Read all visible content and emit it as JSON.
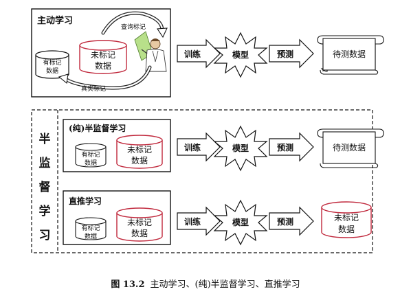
{
  "active": {
    "title": "主动学习",
    "labeled": [
      "有标记",
      "数据"
    ],
    "unlabeled": [
      "未标记",
      "数据"
    ],
    "query": "查询标记",
    "truth": "真实标记"
  },
  "semi_vertical": [
    "半",
    "监",
    "督",
    "学",
    "习"
  ],
  "semi": {
    "title": "(纯)半监督学习",
    "labeled": [
      "有标记",
      "数据"
    ],
    "unlabeled": [
      "未标记",
      "数据"
    ]
  },
  "transductive": {
    "title": "直推学习",
    "labeled": [
      "有标记",
      "数据"
    ],
    "unlabeled": [
      "未标记",
      "数据"
    ]
  },
  "flow": {
    "train": "训练",
    "model": "模型",
    "predict": "预测",
    "test_data": "待测数据",
    "target_unlabeled": [
      "未标记",
      "数据"
    ]
  },
  "caption": {
    "number": "图 13.2",
    "text": "主动学习、(纯)半监督学习、直推学习"
  },
  "colors": {
    "red_cylinder": "#c0283c",
    "stroke": "#111111"
  }
}
